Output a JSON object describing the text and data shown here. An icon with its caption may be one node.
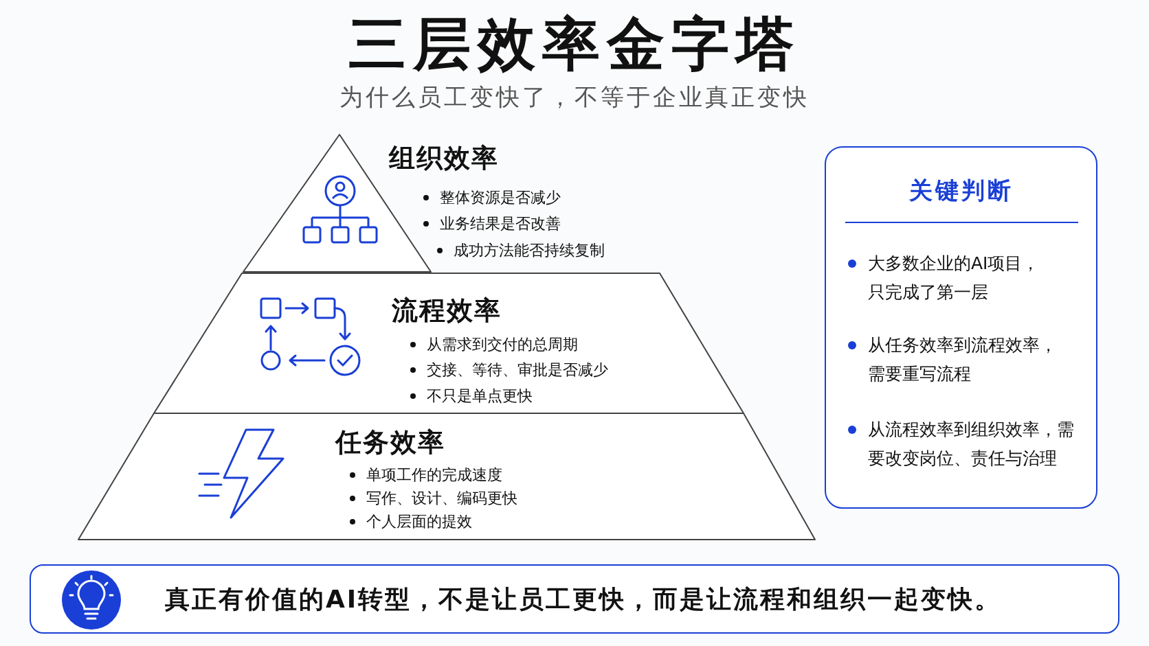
{
  "diagram": {
    "title": "三层效率金字塔",
    "nodes": [
      {
        "text": [
          "组织效率",
          "整体资源是否减少",
          "业务结果是否改善",
          "成功方法能否持续复制"
        ]
      },
      {
        "text": [
          "流程效率",
          "从需求到交付的总周期",
          "交接、等待、审批是否减少",
          "不只是单点更快"
        ]
      },
      {
        "text": [
          "任务效率",
          "单项工作的完成速度",
          "写作、设计、编码更快",
          "个人层面的提效"
        ]
      },
      {
        "text": [
          "关键判断",
          "大多数企业的AI项目，只完成了第一层",
          "从任务效率到流程效率，需要重写流程",
          "从流程效率到组织效率，需要改变岗位、责任与治理"
        ]
      },
      {
        "text": [
          "真正有价值的AI转型，不是让员工更快，而是让流程和组织一起变快。"
        ]
      }
    ],
    "edges": [],
    "labels": [
      "为什么员工变快了，不等于企业真正变快"
    ]
  }
}
